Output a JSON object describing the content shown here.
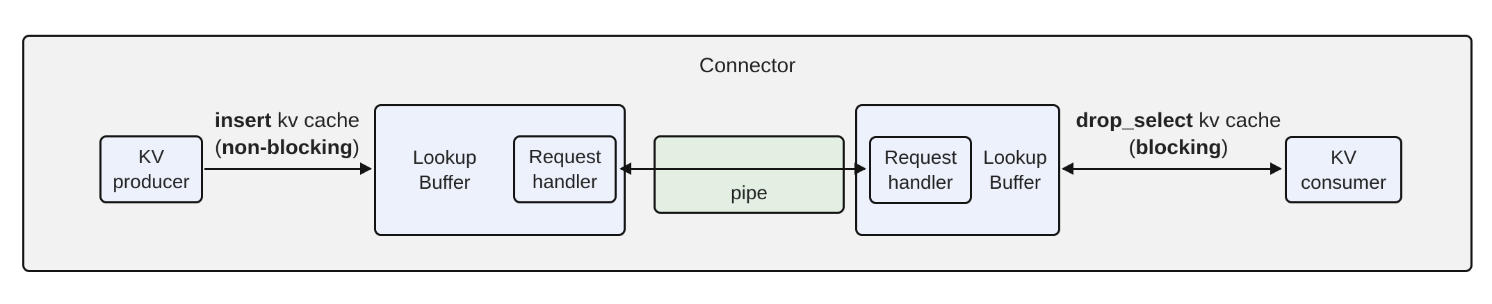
{
  "diagram": {
    "title": "Connector",
    "nodes": {
      "kv_producer": {
        "label": "KV\nproducer"
      },
      "lookup_buffer_left": {
        "label": "Lookup\nBuffer"
      },
      "request_handler_left": {
        "label": "Request\nhandler"
      },
      "pipe": {
        "label": "pipe"
      },
      "request_handler_right": {
        "label": "Request\nhandler"
      },
      "lookup_buffer_right": {
        "label": "Lookup\nBuffer"
      },
      "kv_consumer": {
        "label": "KV\nconsumer"
      }
    },
    "edges": {
      "insert": {
        "from": "kv_producer",
        "to": "lookup_buffer_left",
        "direction": "right",
        "label_line1": [
          {
            "text": "insert",
            "bold": true
          },
          {
            "text": " kv cache",
            "bold": false
          }
        ],
        "label_line2": [
          {
            "text": "(",
            "bold": false
          },
          {
            "text": "non-blocking",
            "bold": true
          },
          {
            "text": ")",
            "bold": false
          }
        ]
      },
      "pipe_link": {
        "from": "request_handler_left",
        "to": "request_handler_right",
        "direction": "both",
        "label_line1": [],
        "label_line2": []
      },
      "drop_select": {
        "from": "lookup_buffer_right",
        "to": "kv_consumer",
        "direction": "both",
        "label_line1": [
          {
            "text": "drop_select",
            "bold": true
          },
          {
            "text": " kv cache",
            "bold": false
          }
        ],
        "label_line2": [
          {
            "text": "(",
            "bold": false
          },
          {
            "text": "blocking",
            "bold": true
          },
          {
            "text": ")",
            "bold": false
          }
        ]
      }
    },
    "colors": {
      "node_fill": "#edf1fb",
      "pipe_fill": "#e2efe2",
      "container_fill": "#f2f2f2",
      "border": "#141414",
      "text": "#222222",
      "background": "#ffffff"
    }
  }
}
